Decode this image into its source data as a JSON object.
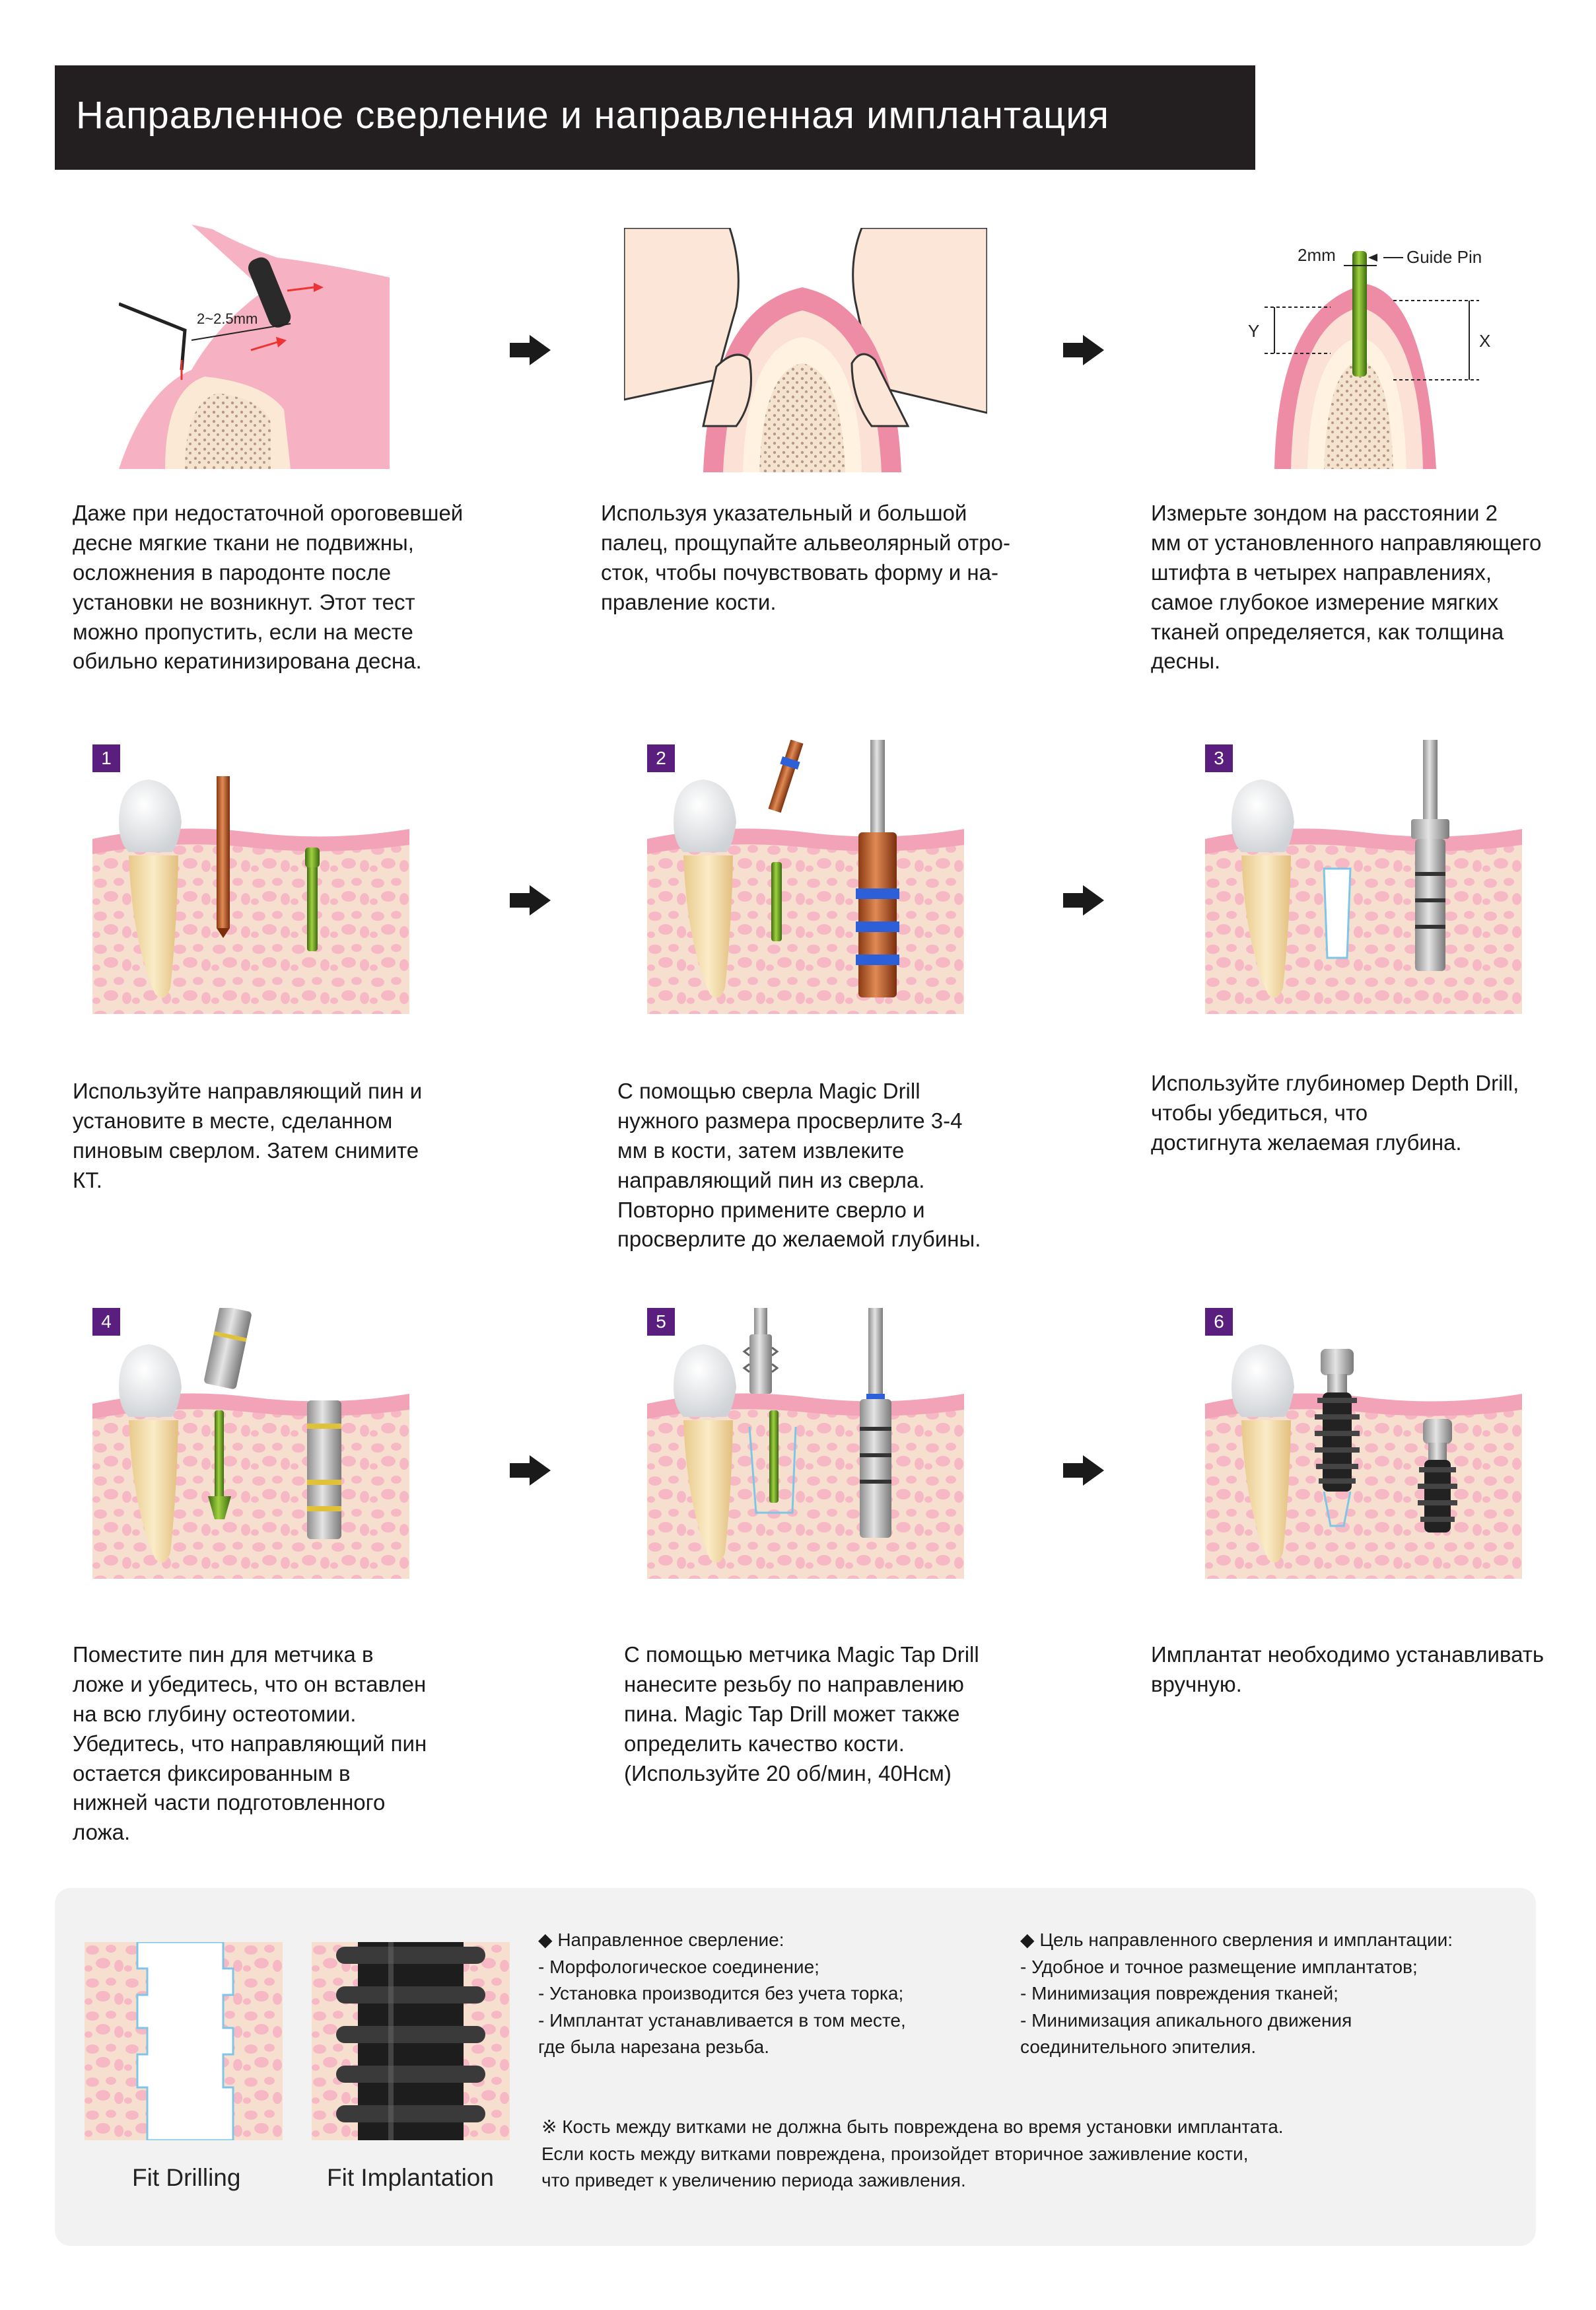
{
  "title": "Направленное сверление и направленная имплантация",
  "intro": [
    {
      "text": "Даже при недостаточной ороговевшей\nдесне мягкие ткани не подвижны,\nосложнения в пародонте после\nустановки не возникнут. Этот тест\nможно пропустить, если на месте\nобильно кератинизирована десна.",
      "measure_label": "2~2.5mm"
    },
    {
      "text": "Используя указательный и большой\nпалец, прощупайте альвеолярный отро-\nсток, чтобы почувствовать форму и на-\nправление кости."
    },
    {
      "text": "Измерьте зондом на расстоянии 2\nмм от установленного направляющего\nштифта в четырех направлениях,\nсамое глубокое измерение мягких\nтканей определяется, как толщина\nдесны.",
      "label_2mm": "2mm",
      "label_pin": "Guide Pin",
      "label_y": "Y",
      "label_x": "X"
    }
  ],
  "steps": [
    {
      "number": "1",
      "text": "Используйте направляющий пин и\nустановите в месте, сделанном\nпиновым сверлом. Затем снимите\nКТ."
    },
    {
      "number": "2",
      "text": "С помощью сверла Magic Drill\nнужного размера просверлите 3-4\nмм в кости, затем извлеките\nнаправляющий пин из сверла.\nПовторно примените сверло и\nпросверлите до желаемой глубины."
    },
    {
      "number": "3",
      "text": "Используйте глубиномер Depth Drill,\nчтобы убедиться, что\nдостигнута желаемая глубина."
    },
    {
      "number": "4",
      "text": "Поместите пин для метчика в\nложе и убедитесь, что он вставлен\nна всю глубину остеотомии.\nУбедитесь, что направляющий пин\nостается фиксированным в\nнижней части подготовленного\nложа."
    },
    {
      "number": "5",
      "text": "С помощью метчика Magic Tap Drill\nнанесите резьбу по направлению\nпина. Magic Tap Drill может также\nопределить качество кости.\n(Используйте 20 об/мин, 40Нсм)"
    },
    {
      "number": "6",
      "text": "Имплантат необходимо устанавливать\nвручную."
    }
  ],
  "bottom": {
    "caption_left": "Fit Drilling",
    "caption_right": "Fit Implantation",
    "col1": "◆ Направленное сверление:\n  - Морфологическое соединение;\n  - Установка производится без учета торка;\n  - Имплантат устанавливается в том месте,\n    где была нарезана резьба.",
    "col2": "◆ Цель направленного сверления и имплантации:\n  - Удобное и точное размещение имплантатов;\n  - Минимизация повреждения тканей;\n  - Минимизация апикального движения\n    соединительного эпителия.",
    "note": "※ Кость между витками не должна быть повреждена во время установки имплантата.\n    Если кость между витками повреждена, произойдет вторичное заживление кости,\n    что приведет к увеличению периода заживления."
  },
  "colors": {
    "title_bg": "#231f20",
    "badge": "#5a1f7e",
    "gum": "#f0a0b4",
    "bone": "#f6d9c8",
    "tooth": "#f3e3b6",
    "arrow": "#1a1a1a"
  }
}
